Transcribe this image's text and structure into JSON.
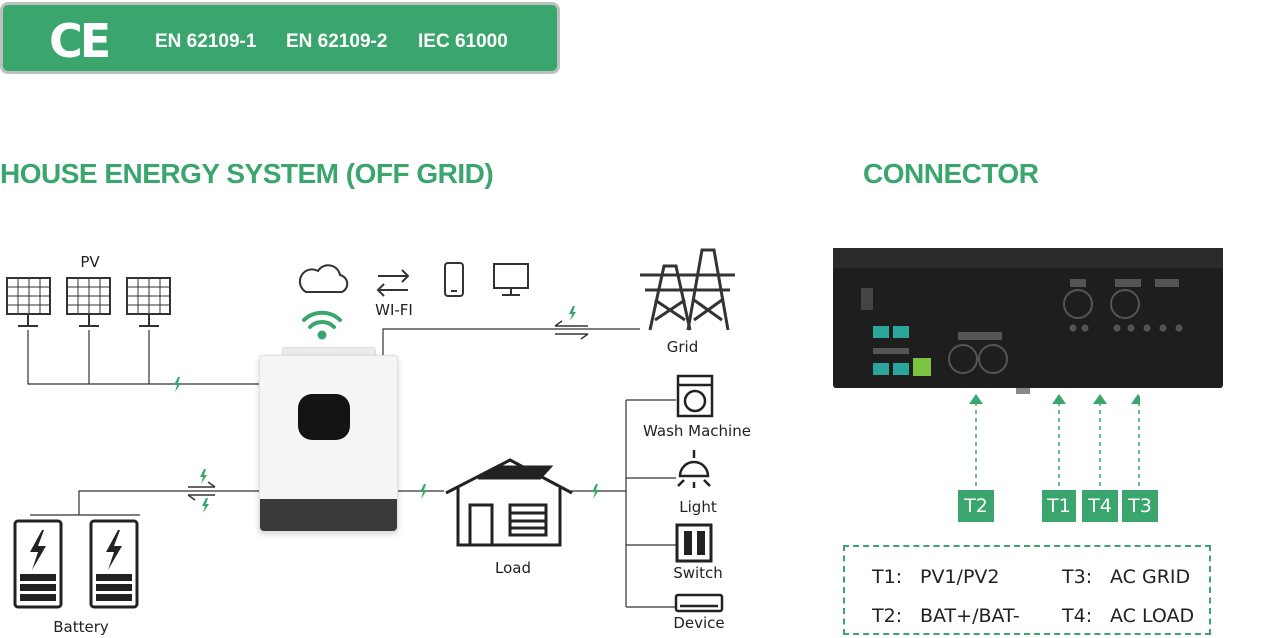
{
  "certification": {
    "mark": "CE",
    "standards": [
      "EN 62109-1",
      "EN 62109-2",
      "IEC 61000"
    ]
  },
  "titles": {
    "system": "HOUSE ENERGY SYSTEM (OFF GRID)",
    "connector": "CONNECTOR"
  },
  "system_labels": {
    "pv": "PV",
    "wifi": "WI-FI",
    "grid": "Grid",
    "load": "Load",
    "battery": "Battery",
    "wash_machine": "Wash Machine",
    "light": "Light",
    "switch": "Switch",
    "device": "Device"
  },
  "connector": {
    "tags": [
      "T2",
      "T1",
      "T4",
      "T3"
    ],
    "legend": [
      {
        "key": "T1:",
        "value": "PV1/PV2"
      },
      {
        "key": "T3:",
        "value": "AC GRID"
      },
      {
        "key": "T2:",
        "value": "BAT+/BAT-"
      },
      {
        "key": "T4:",
        "value": "AC LOAD"
      }
    ]
  },
  "colors": {
    "accent": "#3aa66d",
    "dark": "#1e1e1e"
  }
}
